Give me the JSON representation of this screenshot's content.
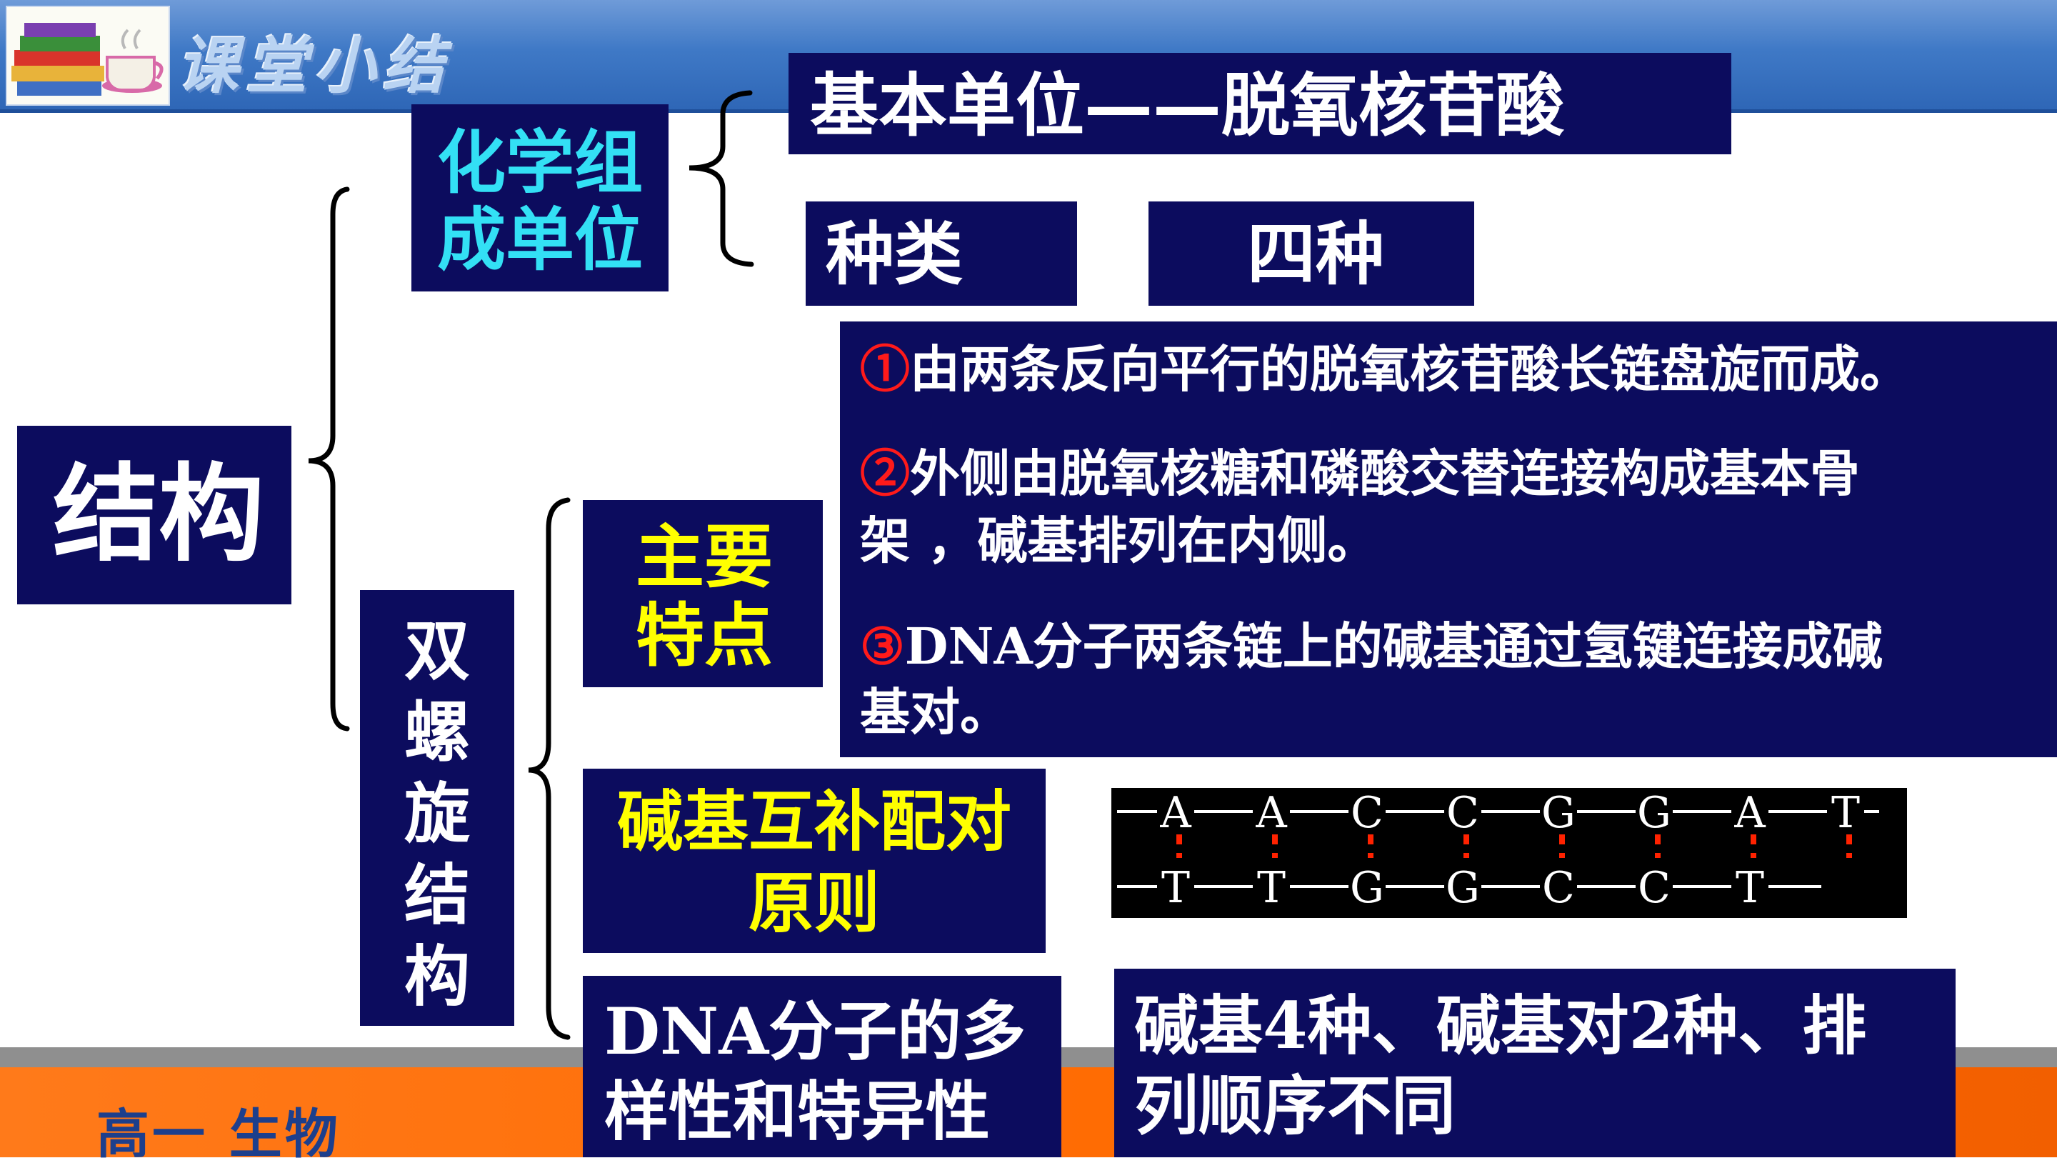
{
  "header": {
    "title": "课堂小结"
  },
  "footer": {
    "text": "高一 生物"
  },
  "nodes": {
    "structure": "结构",
    "chem_unit_l1": "化学组",
    "chem_unit_l2": "成单位",
    "basic_unit": "基本单位——脱氧核苷酸",
    "kinds_label": "种类",
    "kinds_value": "四种",
    "double_helix": [
      "双",
      "螺",
      "旋",
      "结",
      "构"
    ],
    "main_features_l1": "主要",
    "main_features_l2": "特点",
    "pairing_l1": "碱基互补配对",
    "pairing_l2": "原则",
    "diversity_l1": "DNA分子的多",
    "diversity_l2": "样性和特异性",
    "diversity_desc_l1": "碱基4种、碱基对2种、排",
    "diversity_desc_l2": "列顺序不同"
  },
  "features": [
    {
      "num": "①",
      "lines": [
        "由两条反向平行的脱氧核苷酸长链盘旋而成。"
      ]
    },
    {
      "num": "②",
      "lines": [
        "外侧由脱氧核糖和磷酸交替连接构成基本骨",
        "架 ，碱基排列在内侧。"
      ]
    },
    {
      "num": "③",
      "lines": [
        "DNA分子两条链上的碱基通过氢键连接成碱",
        "基对。"
      ]
    }
  ],
  "dna": {
    "top_strand": [
      "A",
      "A",
      "C",
      "C",
      "G",
      "G",
      "A",
      "T"
    ],
    "bottom_strand": [
      "T",
      "T",
      "G",
      "G",
      "C",
      "C",
      "T"
    ]
  },
  "colors": {
    "box": "#0c0c5e",
    "cyan": "#33e0f5",
    "yellow": "#ffff00",
    "red": "#ff1a1a",
    "footer": "#ff6a00"
  }
}
